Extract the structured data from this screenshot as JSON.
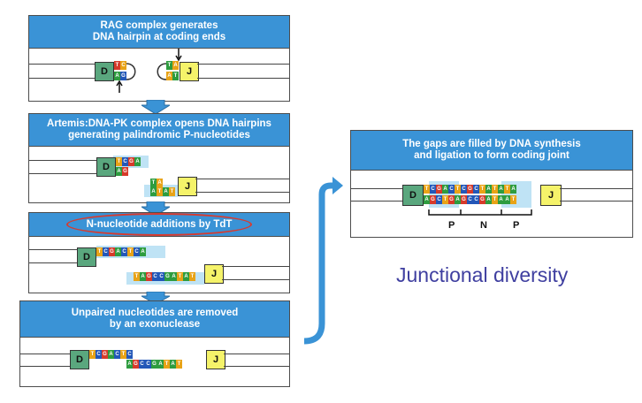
{
  "panels": [
    {
      "header_line1": "RAG complex generates",
      "header_line2": "DNA hairpin at coding ends"
    },
    {
      "header_line1": "Artemis:DNA-PK complex opens DNA hairpins",
      "header_line2": "generating palindromic P-nucleotides"
    },
    {
      "header_line1": "N-nucleotide additions by TdT",
      "header_line2": ""
    },
    {
      "header_line1": "Unpaired nucleotides are removed",
      "header_line2": "by an exonuclease"
    },
    {
      "header_line1": "The gaps are filled by DNA synthesis",
      "header_line2": "and ligation to form coding joint"
    }
  ],
  "segments": {
    "d": "D",
    "j": "J"
  },
  "joint_labels": {
    "p1": "P",
    "n": "N",
    "p2": "P"
  },
  "caption": "Junctional diversity",
  "colors": {
    "header": "#3a93d6",
    "arrow": "#3a93d6",
    "d_segment": "#5aa77e",
    "j_segment": "#f5f36a",
    "highlight": "#bfe3f5",
    "oval": "#d83a2e",
    "caption": "#3f3fa0",
    "nucA": "#2e9c3f",
    "nucT": "#e8a317",
    "nucC": "#2357b8",
    "nucG": "#d63a2a"
  }
}
